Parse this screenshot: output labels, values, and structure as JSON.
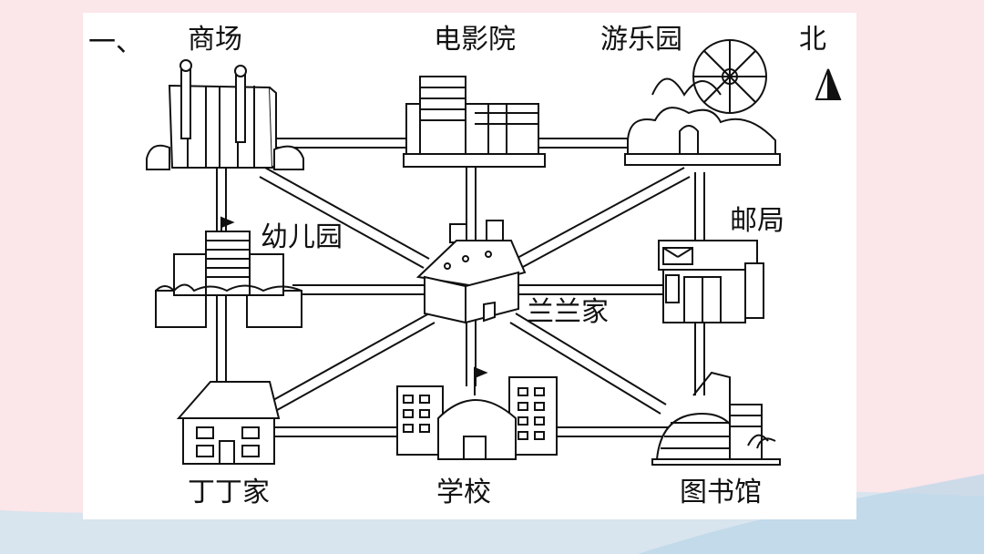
{
  "question_number": "一、",
  "compass_label": "北",
  "places": {
    "mall": "商场",
    "cinema": "电影院",
    "amusement_park": "游乐园",
    "kindergarten": "幼儿园",
    "post_office": "邮局",
    "lanlan_home": "兰兰家",
    "dingding_home": "丁丁家",
    "school": "学校",
    "library": "图书馆"
  },
  "colors": {
    "background": "#fbe6ea",
    "panel": "#ffffff",
    "ink": "#111111",
    "accent_wave": "#cfe3ef"
  }
}
